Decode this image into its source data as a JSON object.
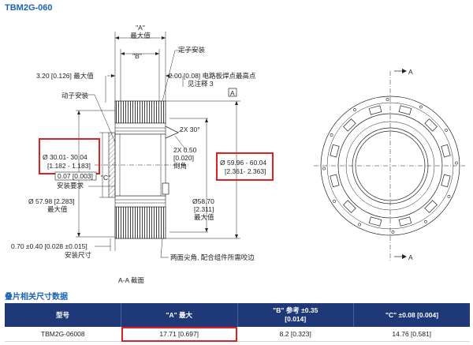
{
  "header": {
    "title": "TBM2G-060"
  },
  "drawing": {
    "label_a": "\"A\"",
    "label_a_max": "最大值",
    "label_b": "\"B\"",
    "label_c": "\"C\"",
    "stator_mount": "定子安装",
    "rotor_mount": "动子安装",
    "dim_320": "3.20 [0.126] 最大值",
    "dim_200": "2.00 [0.08] 电路板焊点最高点",
    "note3": "见注释 3",
    "datum_a": "A",
    "chamfer_30": "2X 30°",
    "chamfer_050_a": "2X 0.50",
    "chamfer_050_b": "[0.020]",
    "chamfer_label": "倒角",
    "bore_a": "Ø 30.01- 30.04",
    "bore_b": "[1.182 - 1.183]",
    "tol_frame": "0.07 [0.003]",
    "install_req": "安装要求",
    "od_a": "Ø 59.96 - 60.04",
    "od_b": "[2.361- 2.363]",
    "d5798_a": "Ø 57.98 [2.283]",
    "d5798_b": "最大值",
    "d5870_a": "Ø58.70",
    "d5870_b": "[2.311]",
    "d5870_c": "最大值",
    "dim_070": "0.70 ±0.40 [0.028 ±0.015]",
    "install_size": "安装尺寸",
    "sharp_corner": "两面尖角, 配合组件所需咬边",
    "section_label": "A-A 截面",
    "view_a_top": "A",
    "view_a_bottom": "A"
  },
  "table": {
    "section_title": "叠片相关尺寸数据",
    "headers": [
      "型号",
      "\"A\" 最大",
      "\"B\" 参考 ±0.35\n[0.014]",
      "\"C\" ±0.08 [0.004]"
    ],
    "rows": [
      [
        "TBM2G-06008",
        "17.71 [0.697]",
        "8.2 [0.323]",
        "14.76 [0.581]"
      ]
    ]
  },
  "colors": {
    "title_blue": "#1b64b0",
    "table_header": "#1f3877",
    "highlight_red": "#e02020"
  }
}
